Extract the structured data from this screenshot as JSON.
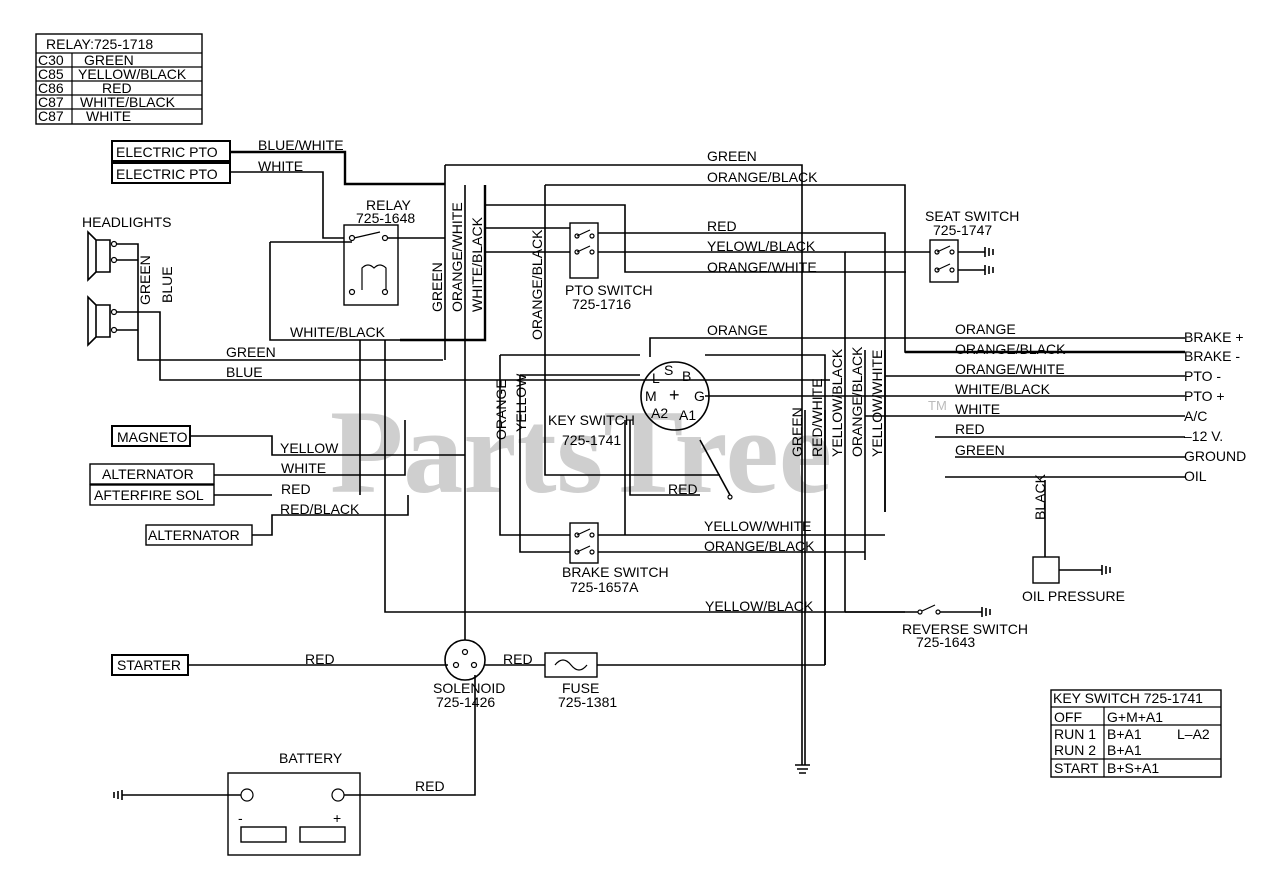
{
  "watermark": {
    "text": "PartsTree",
    "tm": "TM"
  },
  "relay_table": {
    "title": "RELAY:725-1718",
    "rows": [
      {
        "pin": "C30",
        "color": "GREEN"
      },
      {
        "pin": "C85",
        "color": "YELLOW/BLACK"
      },
      {
        "pin": "C86",
        "color": "RED"
      },
      {
        "pin": "C87",
        "color": "WHITE/BLACK"
      },
      {
        "pin": "C87",
        "color": "WHITE"
      }
    ]
  },
  "key_table": {
    "title": "KEY SWITCH 725-1741",
    "rows": [
      {
        "pos": "OFF",
        "conn": "G+M+A1",
        "extra": ""
      },
      {
        "pos": "RUN 1",
        "conn": "B+A1",
        "extra": "L–A2"
      },
      {
        "pos": "RUN 2",
        "conn": "B+A1",
        "extra": ""
      },
      {
        "pos": "START",
        "conn": "B+S+A1",
        "extra": ""
      }
    ]
  },
  "components": {
    "electric_pto_1": "ELECTRIC PTO",
    "electric_pto_2": "ELECTRIC PTO",
    "headlights": "HEADLIGHTS",
    "relay_name": "RELAY",
    "relay_part": "725-1648",
    "pto_switch_name": "PTO SWITCH",
    "pto_switch_part": "725-1716",
    "seat_switch_name": "SEAT SWITCH",
    "seat_switch_part": "725-1747",
    "key_switch_name": "KEY SWITCH",
    "key_switch_part": "725-1741",
    "magneto": "MAGNETO",
    "alternator": "ALTERNATOR",
    "afterfire_sol": "AFTERFIRE SOL",
    "alternator_2": "ALTERNATOR",
    "brake_switch_name": "BRAKE SWITCH",
    "brake_switch_part": "725-1657A",
    "starter": "STARTER",
    "solenoid_name": "SOLENOID",
    "solenoid_part": "725-1426",
    "fuse_name": "FUSE",
    "fuse_part": "725-1381",
    "battery": "BATTERY",
    "battery_minus": "-",
    "battery_plus": "+",
    "oil_pressure": "OIL PRESSURE",
    "reverse_switch_name": "REVERSE SWITCH",
    "reverse_switch_part": "725-1643"
  },
  "key_terminals": {
    "l": "L",
    "s": "S",
    "b": "B",
    "m": "M",
    "g": "G",
    "a2": "A2",
    "a1": "A1",
    "plus": "+"
  },
  "wire_labels": {
    "blue_white": "BLUE/WHITE",
    "white_pto": "WHITE",
    "green_top": "GREEN",
    "orange_black_top": "ORANGE/BLACK",
    "red_top": "RED",
    "yellow_black_top": "YELOWL/BLACK",
    "orange_white_top": "ORANGE/WHITE",
    "green_head": "GREEN",
    "blue_head": "BLUE",
    "green_v_relay": "GREEN",
    "orange_white_v": "ORANGE/WHITE",
    "white_black_v": "WHITE/BLACK",
    "orange_black_v": "ORANGE/BLACK",
    "white_black_h": "WHITE/BLACK",
    "green_h": "GREEN",
    "blue_h": "BLUE",
    "orange_mid": "ORANGE",
    "orange_v_key": "ORANGE",
    "yellow_v_key": "YELLOW",
    "green_v_r": "GREEN",
    "red_white_v": "RED/WHITE",
    "yellow_black_v": "YELLOW/BLACK",
    "orange_black_v2": "ORANGE/BLACK",
    "yellow_white_v": "YELLOW/WHITE",
    "yellow_mag": "YELLOW",
    "white_alt": "WHITE",
    "red_alt": "RED",
    "red_black_alt": "RED/BLACK",
    "red_key": "RED",
    "yellow_white_h": "YELLOW/WHITE",
    "orange_black_h": "ORANGE/BLACK",
    "yellow_black_h": "YELLOW/BLACK",
    "red_starter": "RED",
    "red_fuse": "RED",
    "red_battery": "RED",
    "black_oil": "BLACK",
    "r_orange": "ORANGE",
    "r_orange_black": "ORANGE/BLACK",
    "r_orange_white": "ORANGE/WHITE",
    "r_white_black": "WHITE/BLACK",
    "r_white": "WHITE",
    "r_red": "RED",
    "r_green": "GREEN"
  },
  "connector_labels": {
    "brake_plus": "BRAKE +",
    "brake_minus": "BRAKE -",
    "pto_minus": "PTO -",
    "pto_plus": "PTO +",
    "ac": "A/C",
    "minus_12v": "–12 V.",
    "ground": "GROUND",
    "oil": "OIL"
  }
}
